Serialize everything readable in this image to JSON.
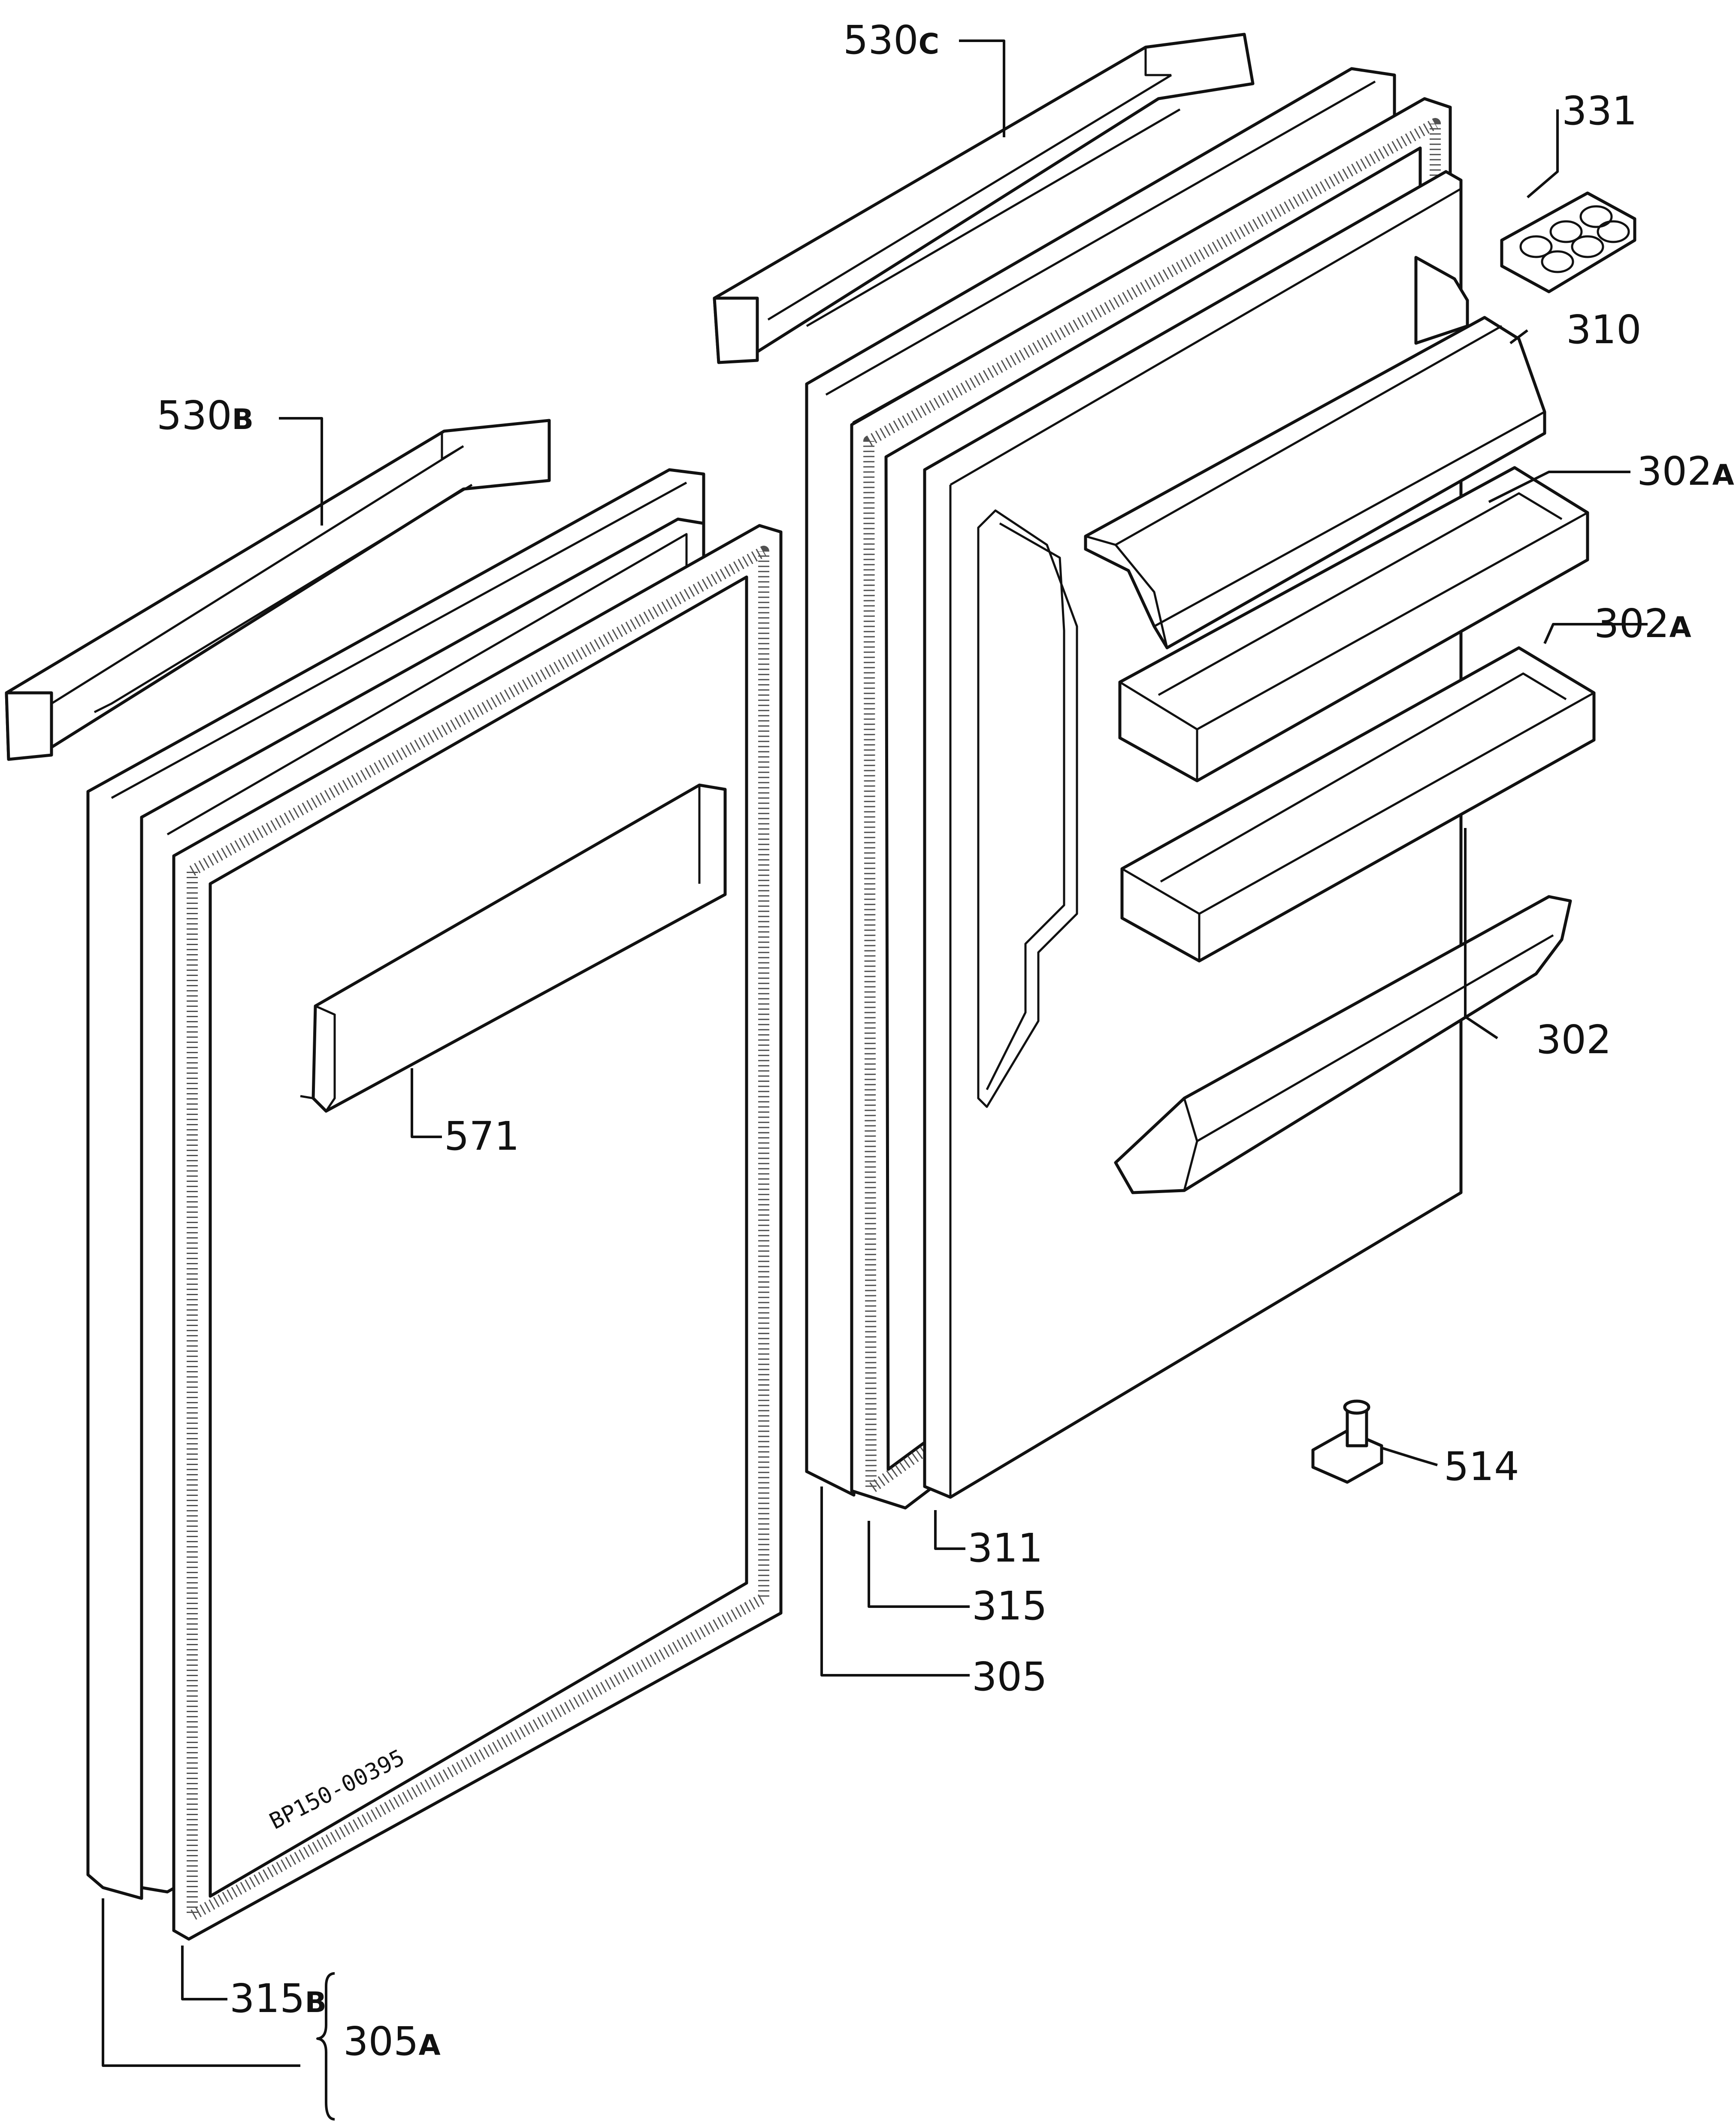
{
  "labels": {
    "l530c": {
      "num": "530",
      "suf": "C"
    },
    "l530b": {
      "num": "530",
      "suf": "B"
    },
    "l331": {
      "num": "331",
      "suf": ""
    },
    "l310": {
      "num": "310",
      "suf": ""
    },
    "l302a1": {
      "num": "302",
      "suf": "A"
    },
    "l302a2": {
      "num": "302",
      "suf": "A"
    },
    "l302": {
      "num": "302",
      "suf": ""
    },
    "l571": {
      "num": "571",
      "suf": ""
    },
    "l514": {
      "num": "514",
      "suf": ""
    },
    "l311": {
      "num": "311",
      "suf": ""
    },
    "l315": {
      "num": "315",
      "suf": ""
    },
    "l305": {
      "num": "305",
      "suf": ""
    },
    "l315b": {
      "num": "315",
      "suf": "B"
    },
    "l305a": {
      "num": "305",
      "suf": "A"
    }
  },
  "stamp": "BP150-00395",
  "colors": {
    "line": "#111111",
    "background": "#ffffff"
  }
}
